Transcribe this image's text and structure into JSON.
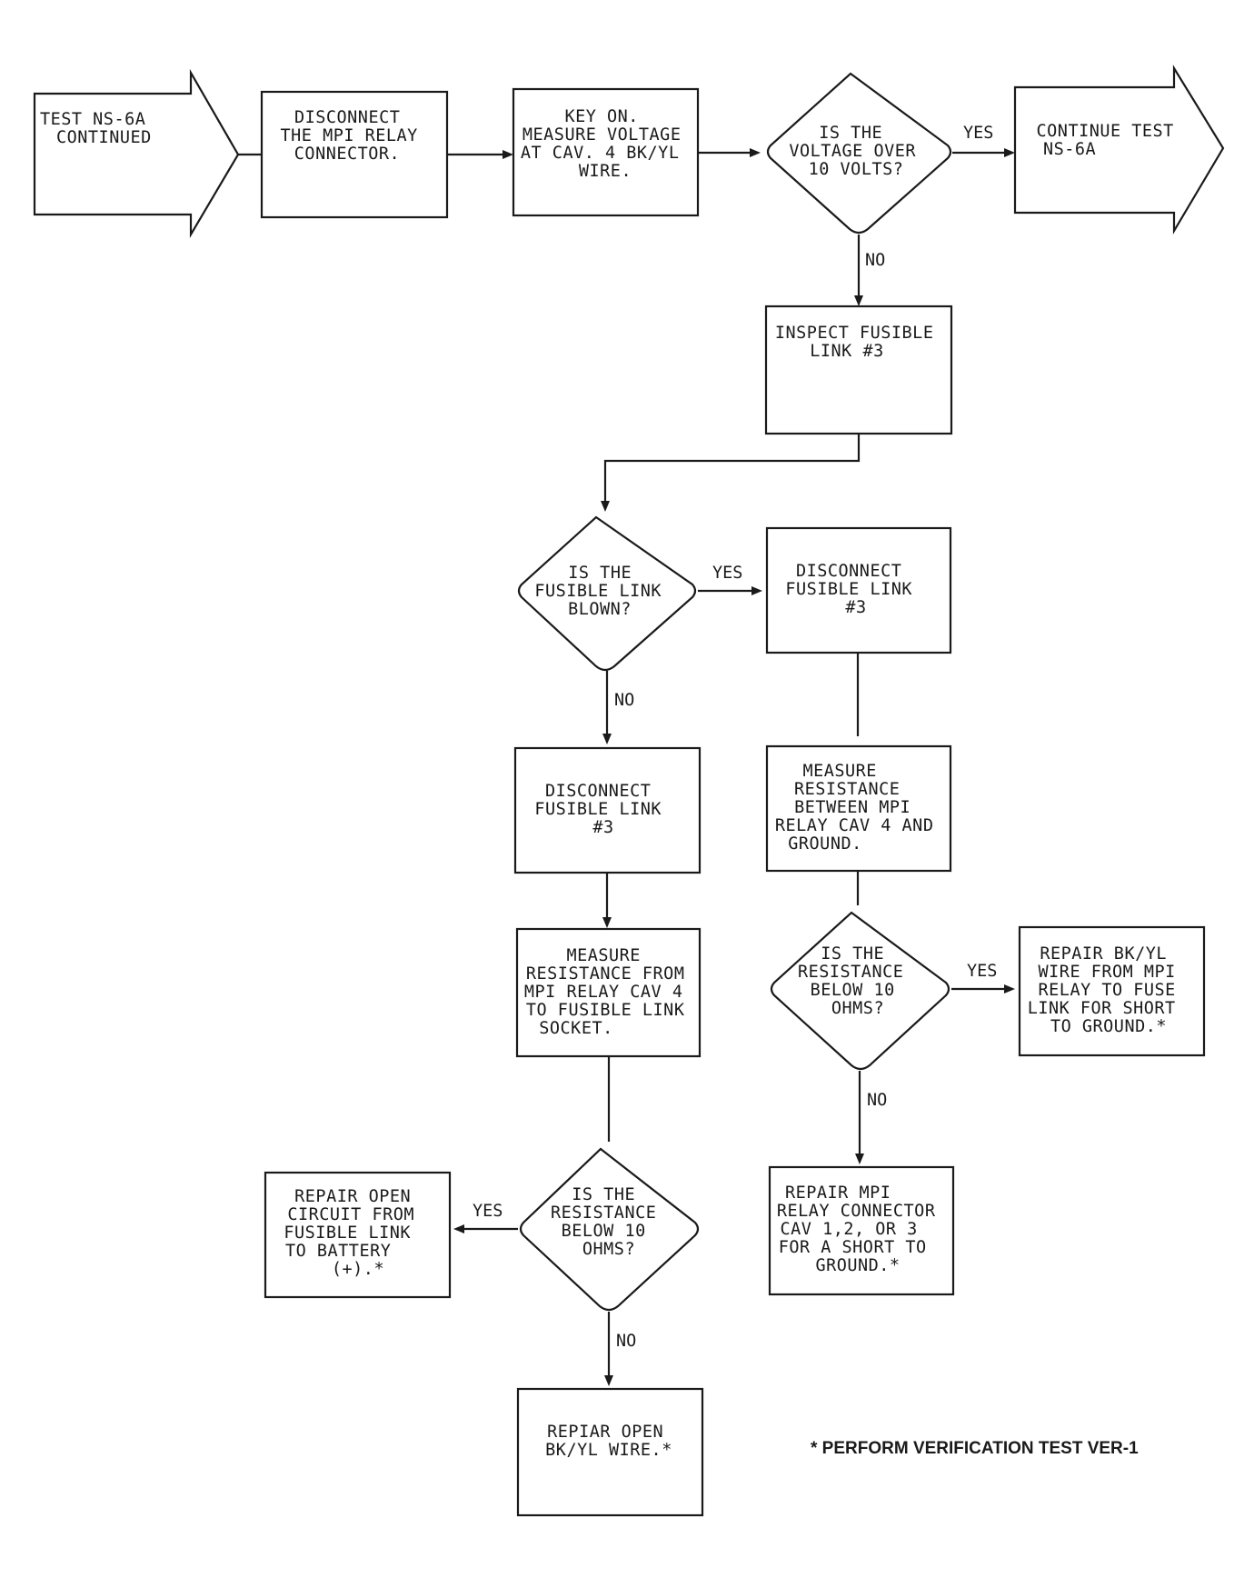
{
  "footnote": "* PERFORM VERIFICATION TEST VER-1",
  "nodes": {
    "start": [
      "TEST NS-6A",
      "CONTINUED"
    ],
    "disconnect_relay": [
      "DISCONNECT",
      "THE MPI RELAY",
      "CONNECTOR."
    ],
    "key_on": [
      "KEY ON.",
      "MEASURE VOLTAGE",
      "AT CAV. 4 BK/YL",
      "WIRE."
    ],
    "q_voltage": [
      "IS THE",
      "VOLTAGE OVER",
      "10 VOLTS?"
    ],
    "continue": [
      "CONTINUE TEST",
      "NS-6A"
    ],
    "inspect": [
      "INSPECT FUSIBLE",
      "LINK #3"
    ],
    "q_blown": [
      "IS THE",
      "FUSIBLE LINK",
      "BLOWN?"
    ],
    "disc_fl_right": [
      "DISCONNECT",
      "FUSIBLE LINK",
      "#3"
    ],
    "disc_fl_left": [
      "DISCONNECT",
      "FUSIBLE LINK",
      "#3"
    ],
    "measure_gnd": [
      "MEASURE",
      "RESISTANCE",
      "BETWEEN MPI",
      "RELAY CAV 4 AND",
      "GROUND."
    ],
    "measure_socket": [
      "MEASURE",
      "RESISTANCE FROM",
      "MPI RELAY CAV 4",
      "TO FUSIBLE LINK",
      "SOCKET."
    ],
    "q_res_right": [
      "IS THE",
      "RESISTANCE",
      "BELOW 10",
      "OHMS?"
    ],
    "repair_bkyl_short": [
      "REPAIR BK/YL",
      "WIRE FROM MPI",
      "RELAY TO FUSE",
      "LINK FOR SHORT",
      "TO GROUND.*"
    ],
    "repair_connector": [
      "REPAIR MPI",
      "RELAY CONNECTOR",
      "CAV 1,2, OR 3",
      "FOR A SHORT TO",
      "GROUND.*"
    ],
    "q_res_left": [
      "IS THE",
      "RESISTANCE",
      "BELOW 10",
      "OHMS?"
    ],
    "repair_open_circuit": [
      "REPAIR OPEN",
      "CIRCUIT FROM",
      "FUSIBLE LINK",
      "TO BATTERY",
      "(+).*"
    ],
    "repair_open_wire": [
      "REPIAR OPEN",
      "BK/YL WIRE.*"
    ]
  },
  "edges": {
    "voltage_yes": "YES",
    "voltage_no": "NO",
    "blown_yes": "YES",
    "blown_no": "NO",
    "res_right_yes": "YES",
    "res_right_no": "NO",
    "res_left_yes": "YES",
    "res_left_no": "NO"
  }
}
